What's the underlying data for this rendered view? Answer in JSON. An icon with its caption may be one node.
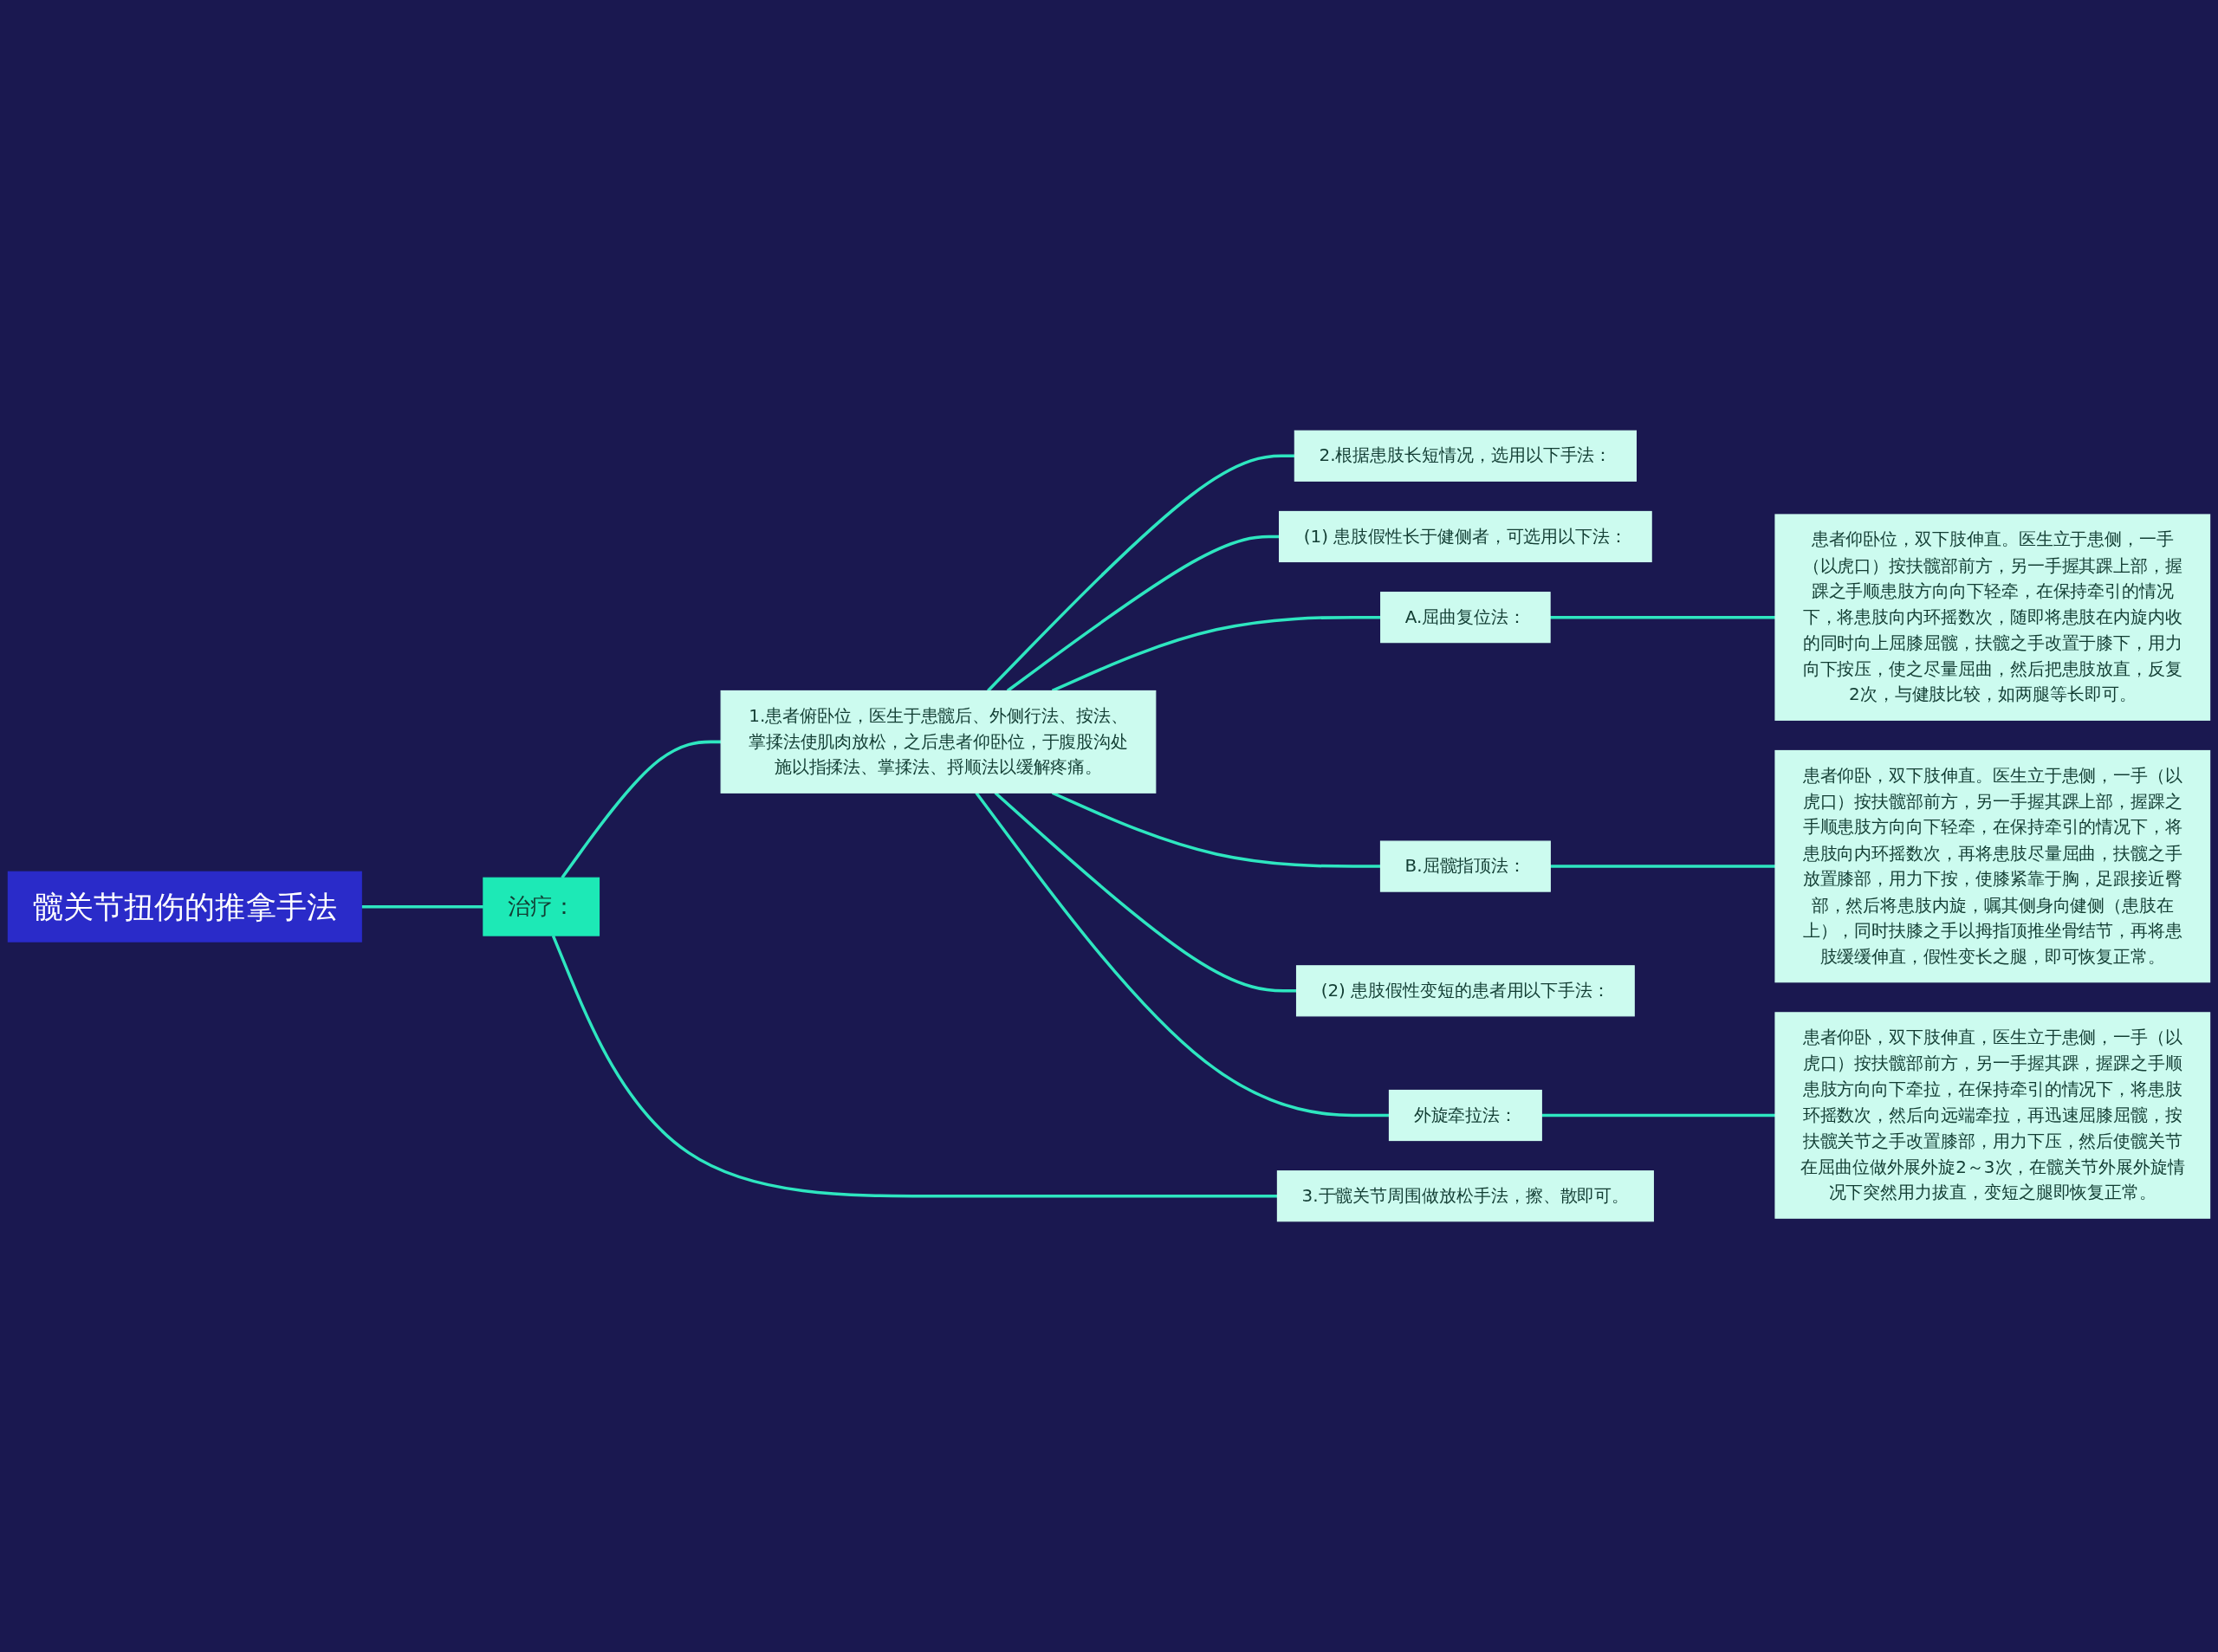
{
  "diagram": {
    "nodes": [
      {
        "text": [
          "髋关节扭伤的推拿手法"
        ]
      },
      {
        "text": [
          "治疗："
        ]
      },
      {
        "text": [
          "1.患者俯卧位，医生于患髋后、外侧行法、按法、掌揉法使肌肉放松，之后患者仰卧位，于腹股沟处施以指揉法、掌揉法、捋顺法以缓解疼痛。"
        ]
      },
      {
        "text": [
          "2.根据患肢长短情况，选用以下手法："
        ]
      },
      {
        "text": [
          "(1) 患肢假性长于健侧者，可选用以下法："
        ]
      },
      {
        "text": [
          "A.屈曲复位法："
        ]
      },
      {
        "text": [
          "患者仰卧位，双下肢伸直。医生立于患侧，一手（以虎口）按扶髋部前方，另一手握其踝上部，握踝之手顺患肢方向向下轻牵，在保持牵引的情况下，将患肢向内环摇数次，随即将患肢在内旋内收的同时向上屈膝屈髋，扶髋之手改置于膝下，用力向下按压，使之尽量屈曲，然后把患肢放直，反复2次，与健肢比较，如两腿等长即可。"
        ]
      },
      {
        "text": [
          "B.屈髋指顶法："
        ]
      },
      {
        "text": [
          "患者仰卧，双下肢伸直。医生立于患侧，一手（以虎口）按扶髋部前方，另一手握其踝上部，握踝之手顺患肢方向向下轻牵，在保持牵引的情况下，将患肢向内环摇数次，再将患肢尽量屈曲，扶髋之手放置膝部，用力下按，使膝紧靠于胸，足跟接近臀部，然后将患肢内旋，嘱其侧身向健侧（患肢在上），同时扶膝之手以拇指顶推坐骨结节，再将患肢缓缓伸直，假性变长之腿，即可恢复正常。"
        ]
      },
      {
        "text": [
          "(2) 患肢假性变短的患者用以下手法："
        ]
      },
      {
        "text": [
          "外旋牵拉法："
        ]
      },
      {
        "text": [
          "患者仰卧，双下肢伸直，医生立于患侧，一手（以虎口）按扶髋部前方，另一手握其踝，握踝之手顺患肢方向向下牵拉，在保持牵引的情况下，将患肢环摇数次，然后向远端牵拉，再迅速屈膝屈髋，按扶髋关节之手改置膝部，用力下压，然后使髋关节在屈曲位做外展外旋2～3次，在髋关节外展外旋情况下突然用力拔直，变短之腿即恢复正常。"
        ]
      },
      {
        "text": [
          "3.于髋关节周围做放松手法，擦、散即可。"
        ]
      }
    ],
    "edges": [
      {
        "from": 0,
        "to": 1,
        "arrow": "none"
      },
      {
        "from": 1,
        "to": 2,
        "arrow": "none"
      },
      {
        "from": 2,
        "to": 3,
        "arrow": "none"
      },
      {
        "from": 2,
        "to": 4,
        "arrow": "none"
      },
      {
        "from": 2,
        "to": 5,
        "arrow": "none"
      },
      {
        "from": 5,
        "to": 6,
        "arrow": "none"
      },
      {
        "from": 2,
        "to": 7,
        "arrow": "none"
      },
      {
        "from": 7,
        "to": 8,
        "arrow": "none"
      },
      {
        "from": 2,
        "to": 9,
        "arrow": "none"
      },
      {
        "from": 2,
        "to": 10,
        "arrow": "none"
      },
      {
        "from": 10,
        "to": 11,
        "arrow": "none"
      },
      {
        "from": 1,
        "to": 12,
        "arrow": "none"
      }
    ]
  }
}
